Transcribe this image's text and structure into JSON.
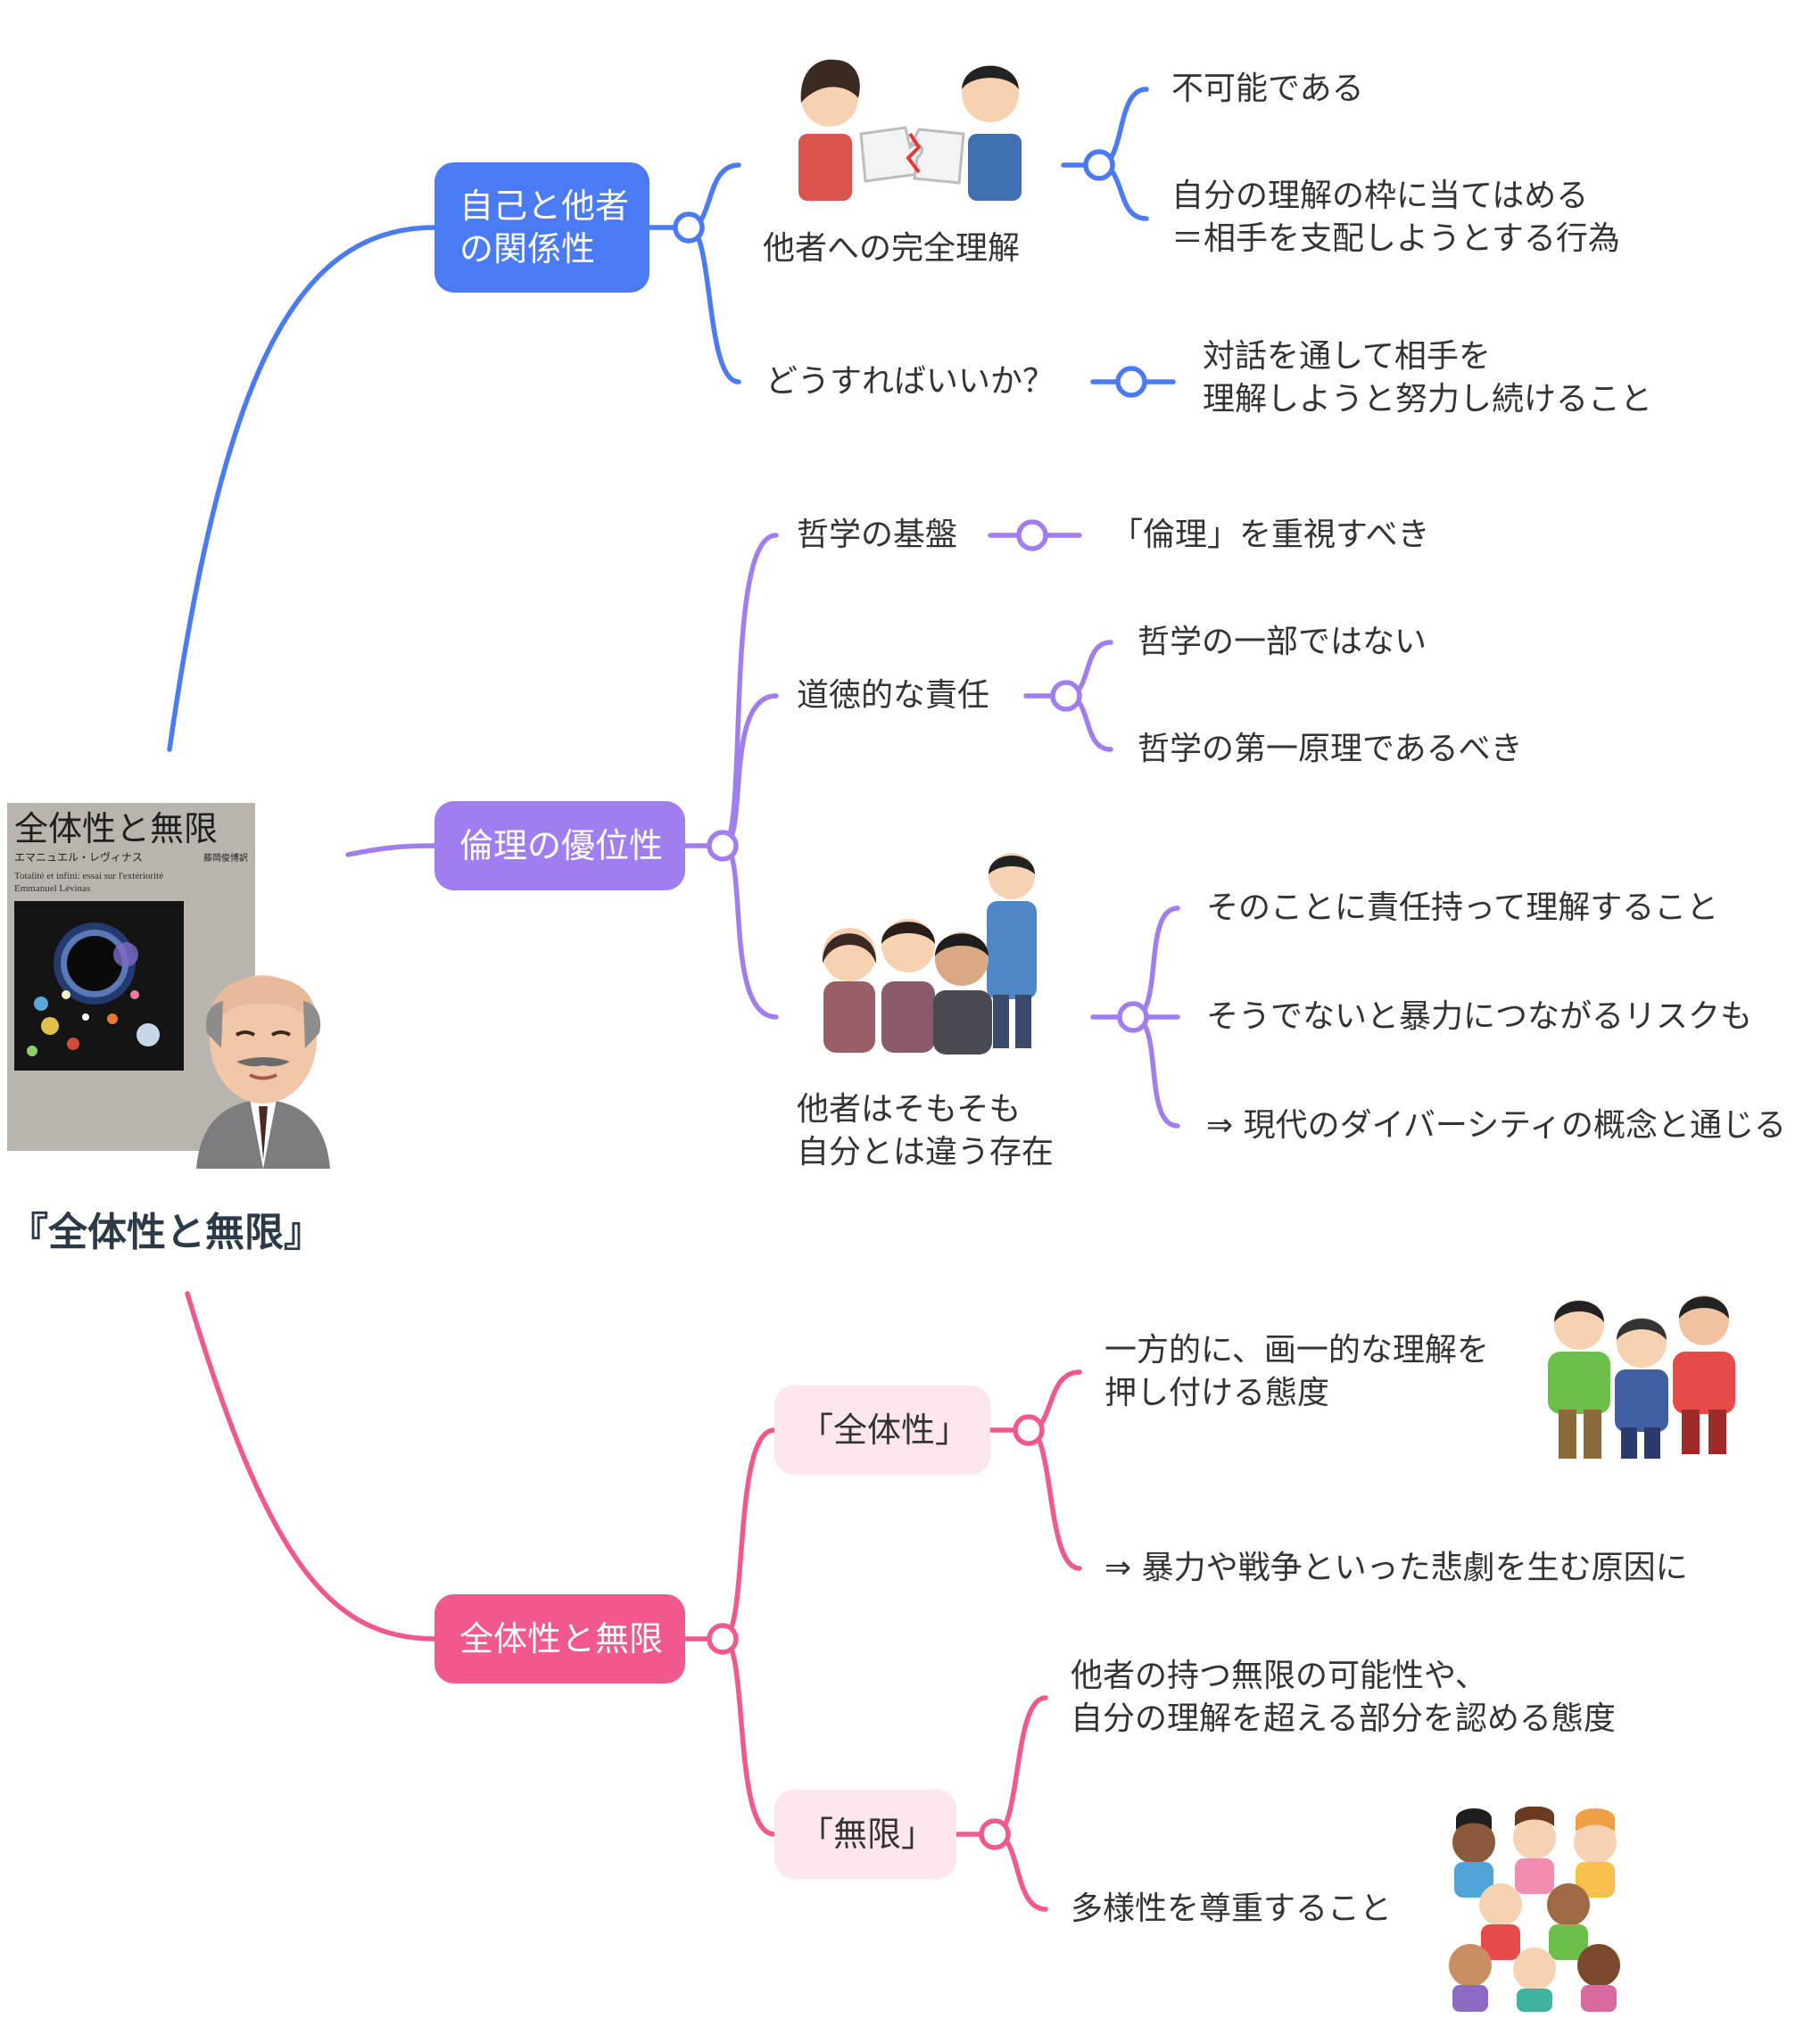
{
  "root": {
    "title": "『全体性と無限』",
    "book": {
      "title": "全体性と無限",
      "author": "エマニュエル・レヴィナス",
      "translator": "藤岡俊博",
      "translator_suffix": "訳",
      "subtitle": "Totalité et infini: essai sur l'extériorité",
      "author_latin": "Emmanuel Lévinas"
    }
  },
  "colors": {
    "branch1": "#4a7af4",
    "branch2": "#a07ef0",
    "branch3": "#f0588e",
    "soft_node": "#fde6ee"
  },
  "branches": [
    {
      "label": "自己と他者\nの関係性",
      "children": [
        {
          "label": "他者への完全理解",
          "illustration": "puzzle-pieces-misfit-people-icon",
          "children": [
            {
              "label": "不可能である"
            },
            {
              "label": "自分の理解の枠に当てはめる\n＝相手を支配しようとする行為"
            }
          ]
        },
        {
          "label": "どうすればいいか？",
          "children": [
            {
              "label": "対話を通して相手を\n理解しようと努力し続けること"
            }
          ]
        }
      ]
    },
    {
      "label": "倫理の優位性",
      "children": [
        {
          "label": "哲学の基盤",
          "children": [
            {
              "label": "「倫理」を重視すべき"
            }
          ]
        },
        {
          "label": "道徳的な責任",
          "children": [
            {
              "label": "哲学の一部ではない"
            },
            {
              "label": "哲学の第一原理であるべき"
            }
          ]
        },
        {
          "label": "他者はそもそも\n自分とは違う存在",
          "illustration": "group-of-people-icon",
          "children": [
            {
              "label": "そのことに責任持って理解すること"
            },
            {
              "label": "そうでないと暴力につながるリスクも"
            },
            {
              "label": "⇒ 現代のダイバーシティの概念と通じる"
            }
          ]
        }
      ]
    },
    {
      "label": "全体性と無限",
      "children": [
        {
          "label": "「全体性」",
          "children": [
            {
              "label": "一方的に、画一的な理解を\n押し付ける態度",
              "illustration": "bullying-people-icon"
            },
            {
              "label": "⇒ 暴力や戦争といった悲劇を生む原因に"
            }
          ]
        },
        {
          "label": "「無限」",
          "children": [
            {
              "label": "他者の持つ無限の可能性や、\n自分の理解を超える部分を認める態度"
            },
            {
              "label": "多様性を尊重すること",
              "illustration": "diverse-crowd-icon"
            }
          ]
        }
      ]
    }
  ]
}
